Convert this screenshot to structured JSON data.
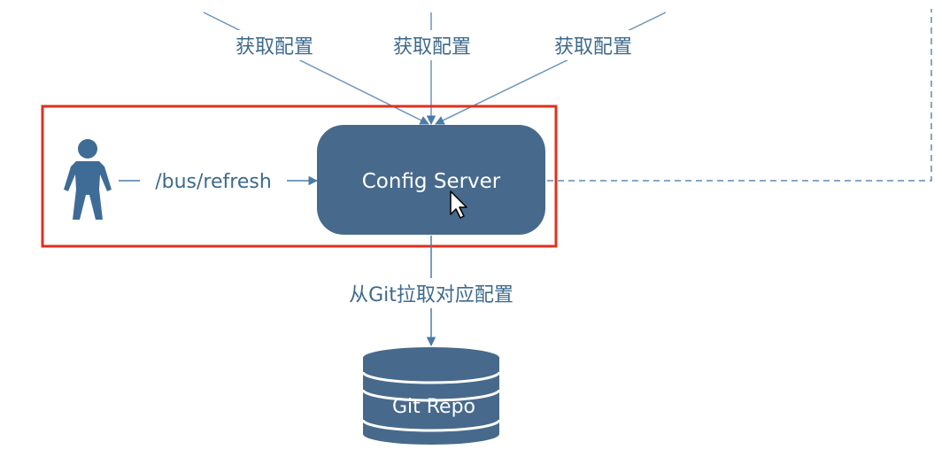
{
  "diagram": {
    "fetch_labels": [
      "获取配置",
      "获取配置",
      "获取配置"
    ],
    "bus_refresh_label": "/bus/refresh",
    "config_server_label": "Config Server",
    "pull_label": "从Git拉取对应配置",
    "git_repo_label": "Git Repo"
  },
  "colors": {
    "node_fill": "#476a8c",
    "line": "#4a7ba8",
    "label_text": "#3d6a8c",
    "highlight_border": "#e0301e",
    "dashed_line": "#5b8bb8"
  }
}
